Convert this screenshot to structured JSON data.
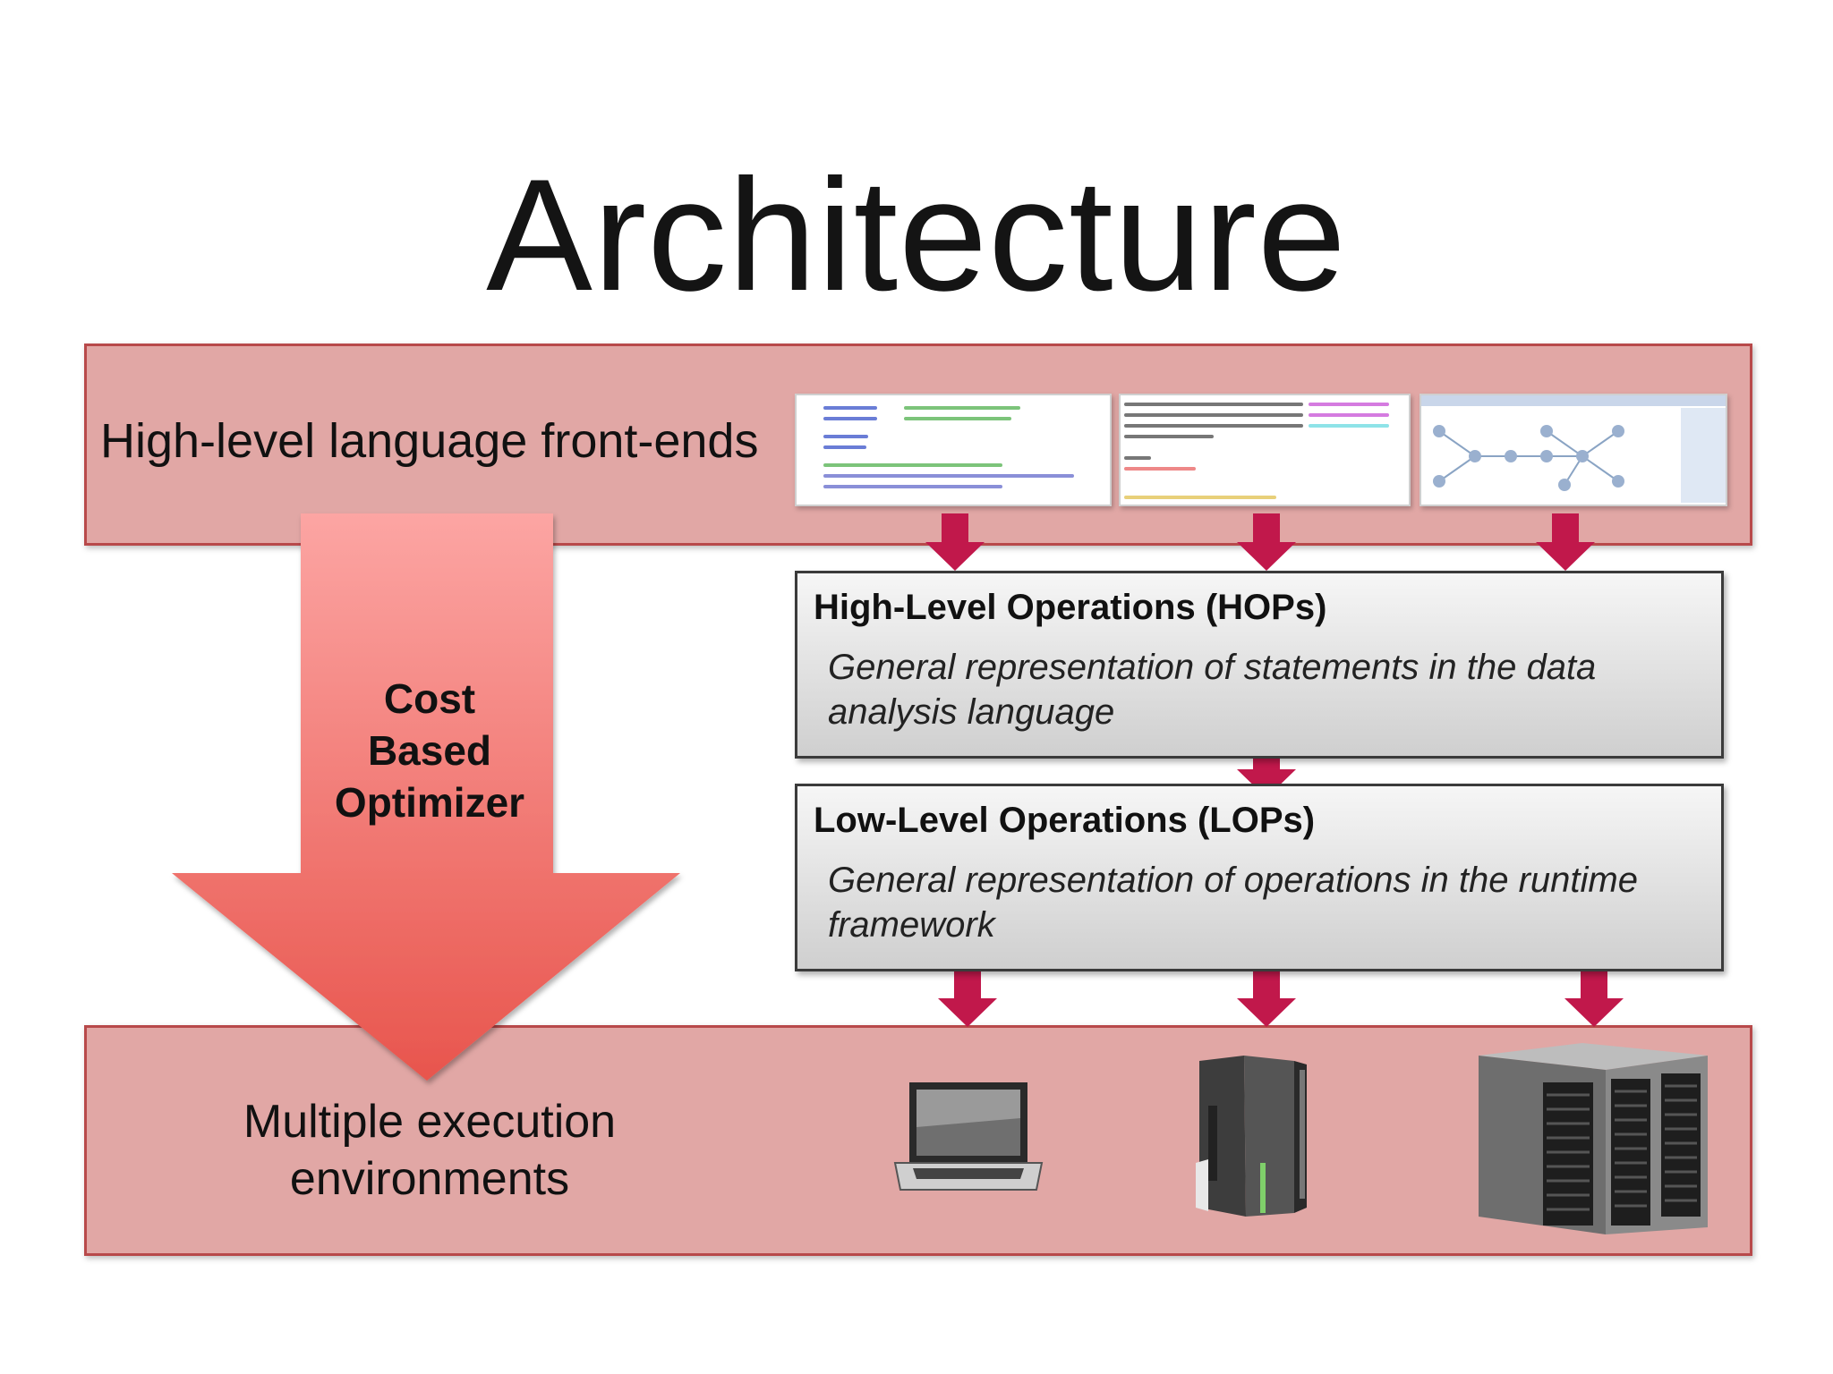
{
  "slide": {
    "title": "Architecture"
  },
  "frontends": {
    "label": "High-level language front-ends"
  },
  "optimizer": {
    "lines": [
      "Cost",
      "Based",
      "Optimizer"
    ]
  },
  "hops": {
    "title": "High-Level Operations (HOPs)",
    "description": "General representation of statements in the data analysis language"
  },
  "lops": {
    "title": "Low-Level Operations (LOPs)",
    "description": "General representation of operations in the runtime framework"
  },
  "execution": {
    "label": "Multiple execution environments"
  },
  "colors": {
    "band_fill": "#e1a7a5",
    "band_border": "#b8494a",
    "flow_arrow": "#c1184b",
    "optimizer_arrow_top": "#fca5a3",
    "optimizer_arrow_bottom": "#e8554d"
  },
  "icons": {
    "frontends": [
      "r-code-editor-icon",
      "dml-code-editor-icon",
      "gui-workflow-tool-icon"
    ],
    "environments": [
      "laptop-icon",
      "mainframe-server-icon",
      "server-cluster-icon"
    ]
  }
}
